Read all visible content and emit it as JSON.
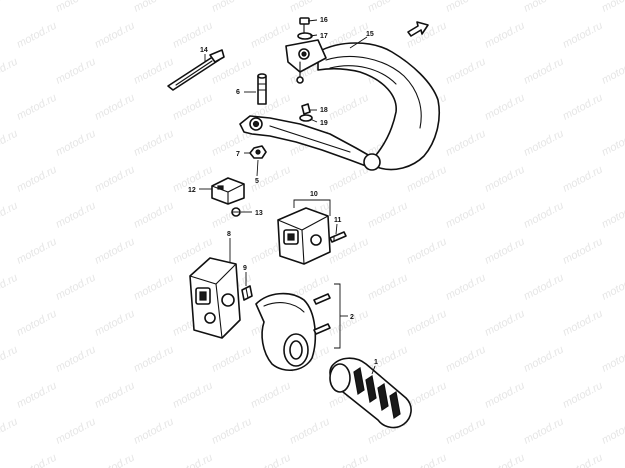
{
  "watermark": {
    "text": "motod.ru"
  },
  "callouts": [
    {
      "id": "1",
      "label": "1"
    },
    {
      "id": "2",
      "label": "2"
    },
    {
      "id": "5",
      "label": "5"
    },
    {
      "id": "6",
      "label": "6"
    },
    {
      "id": "7",
      "label": "7"
    },
    {
      "id": "8",
      "label": "8"
    },
    {
      "id": "9",
      "label": "9"
    },
    {
      "id": "10",
      "label": "10"
    },
    {
      "id": "11",
      "label": "11"
    },
    {
      "id": "12",
      "label": "12"
    },
    {
      "id": "13",
      "label": "13"
    },
    {
      "id": "14",
      "label": "14"
    },
    {
      "id": "15",
      "label": "15"
    },
    {
      "id": "16",
      "label": "16"
    },
    {
      "id": "17",
      "label": "17"
    },
    {
      "id": "18",
      "label": "18"
    },
    {
      "id": "19",
      "label": "19"
    }
  ],
  "icons": {
    "front_indicator": "front-arrow-icon"
  },
  "colors": {
    "ink": "#111111",
    "paper": "#ffffff",
    "watermark": "#e6e6e6"
  }
}
